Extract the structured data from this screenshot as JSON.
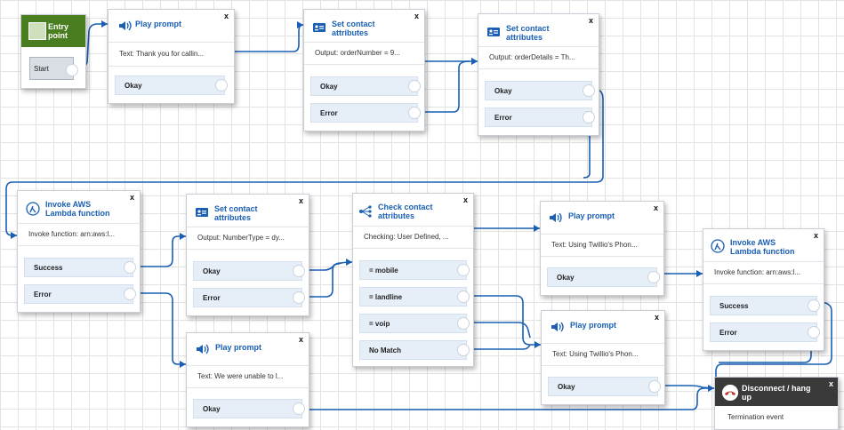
{
  "colors": {
    "wire": "#1a5fb4",
    "title": "#1a5fb4",
    "entry_header": "#4a7d1f",
    "disconnect_header": "#3a3a3a"
  },
  "entry": {
    "title_line1": "Entry",
    "title_line2": "point",
    "start_label": "Start",
    "icon": "entry-point-icon"
  },
  "close_label": "x",
  "blocks": {
    "play1": {
      "title": "Play prompt",
      "desc": "Text: Thank you for callin...",
      "branches": [
        "Okay"
      ],
      "icon": "speaker-icon"
    },
    "setattr1": {
      "title_line1": "Set contact",
      "title_line2": "attributes",
      "desc": "Output: orderNumber = 9...",
      "branches": [
        "Okay",
        "Error"
      ],
      "icon": "contact-card-icon"
    },
    "setattr2": {
      "title_line1": "Set contact",
      "title_line2": "attributes",
      "desc": "Output: orderDetails = Th...",
      "branches": [
        "Okay",
        "Error"
      ],
      "icon": "contact-card-icon"
    },
    "lambda1": {
      "title_line1": "Invoke AWS",
      "title_line2": "Lambda function",
      "desc": "Invoke function: arn:aws:l...",
      "branches": [
        "Success",
        "Error"
      ],
      "icon": "lambda-icon"
    },
    "setattr3": {
      "title_line1": "Set contact",
      "title_line2": "attributes",
      "desc": "Output: NumberType = dy...",
      "branches": [
        "Okay",
        "Error"
      ],
      "icon": "contact-card-icon"
    },
    "check": {
      "title_line1": "Check contact",
      "title_line2": "attributes",
      "desc": "Checking: User Defined, ...",
      "branches": [
        "= mobile",
        "= landline",
        "= voip",
        "No Match"
      ],
      "icon": "branch-icon"
    },
    "play2": {
      "title": "Play prompt",
      "desc": "Text: Using Twillio's Phon...",
      "branches": [
        "Okay"
      ],
      "icon": "speaker-icon"
    },
    "play3": {
      "title": "Play prompt",
      "desc": "Text: We were unable to l...",
      "branches": [
        "Okay"
      ],
      "icon": "speaker-icon"
    },
    "play4": {
      "title": "Play prompt",
      "desc": "Text: Using Twillio's Phon...",
      "branches": [
        "Okay"
      ],
      "icon": "speaker-icon"
    },
    "lambda2": {
      "title_line1": "Invoke AWS",
      "title_line2": "Lambda function",
      "desc": "Invoke function: arn:aws:l...",
      "branches": [
        "Success",
        "Error"
      ],
      "icon": "lambda-icon"
    }
  },
  "disconnect": {
    "title_line1": "Disconnect / hang",
    "title_line2": "up",
    "event": "Termination event",
    "icon": "hang-up-phone-icon"
  }
}
